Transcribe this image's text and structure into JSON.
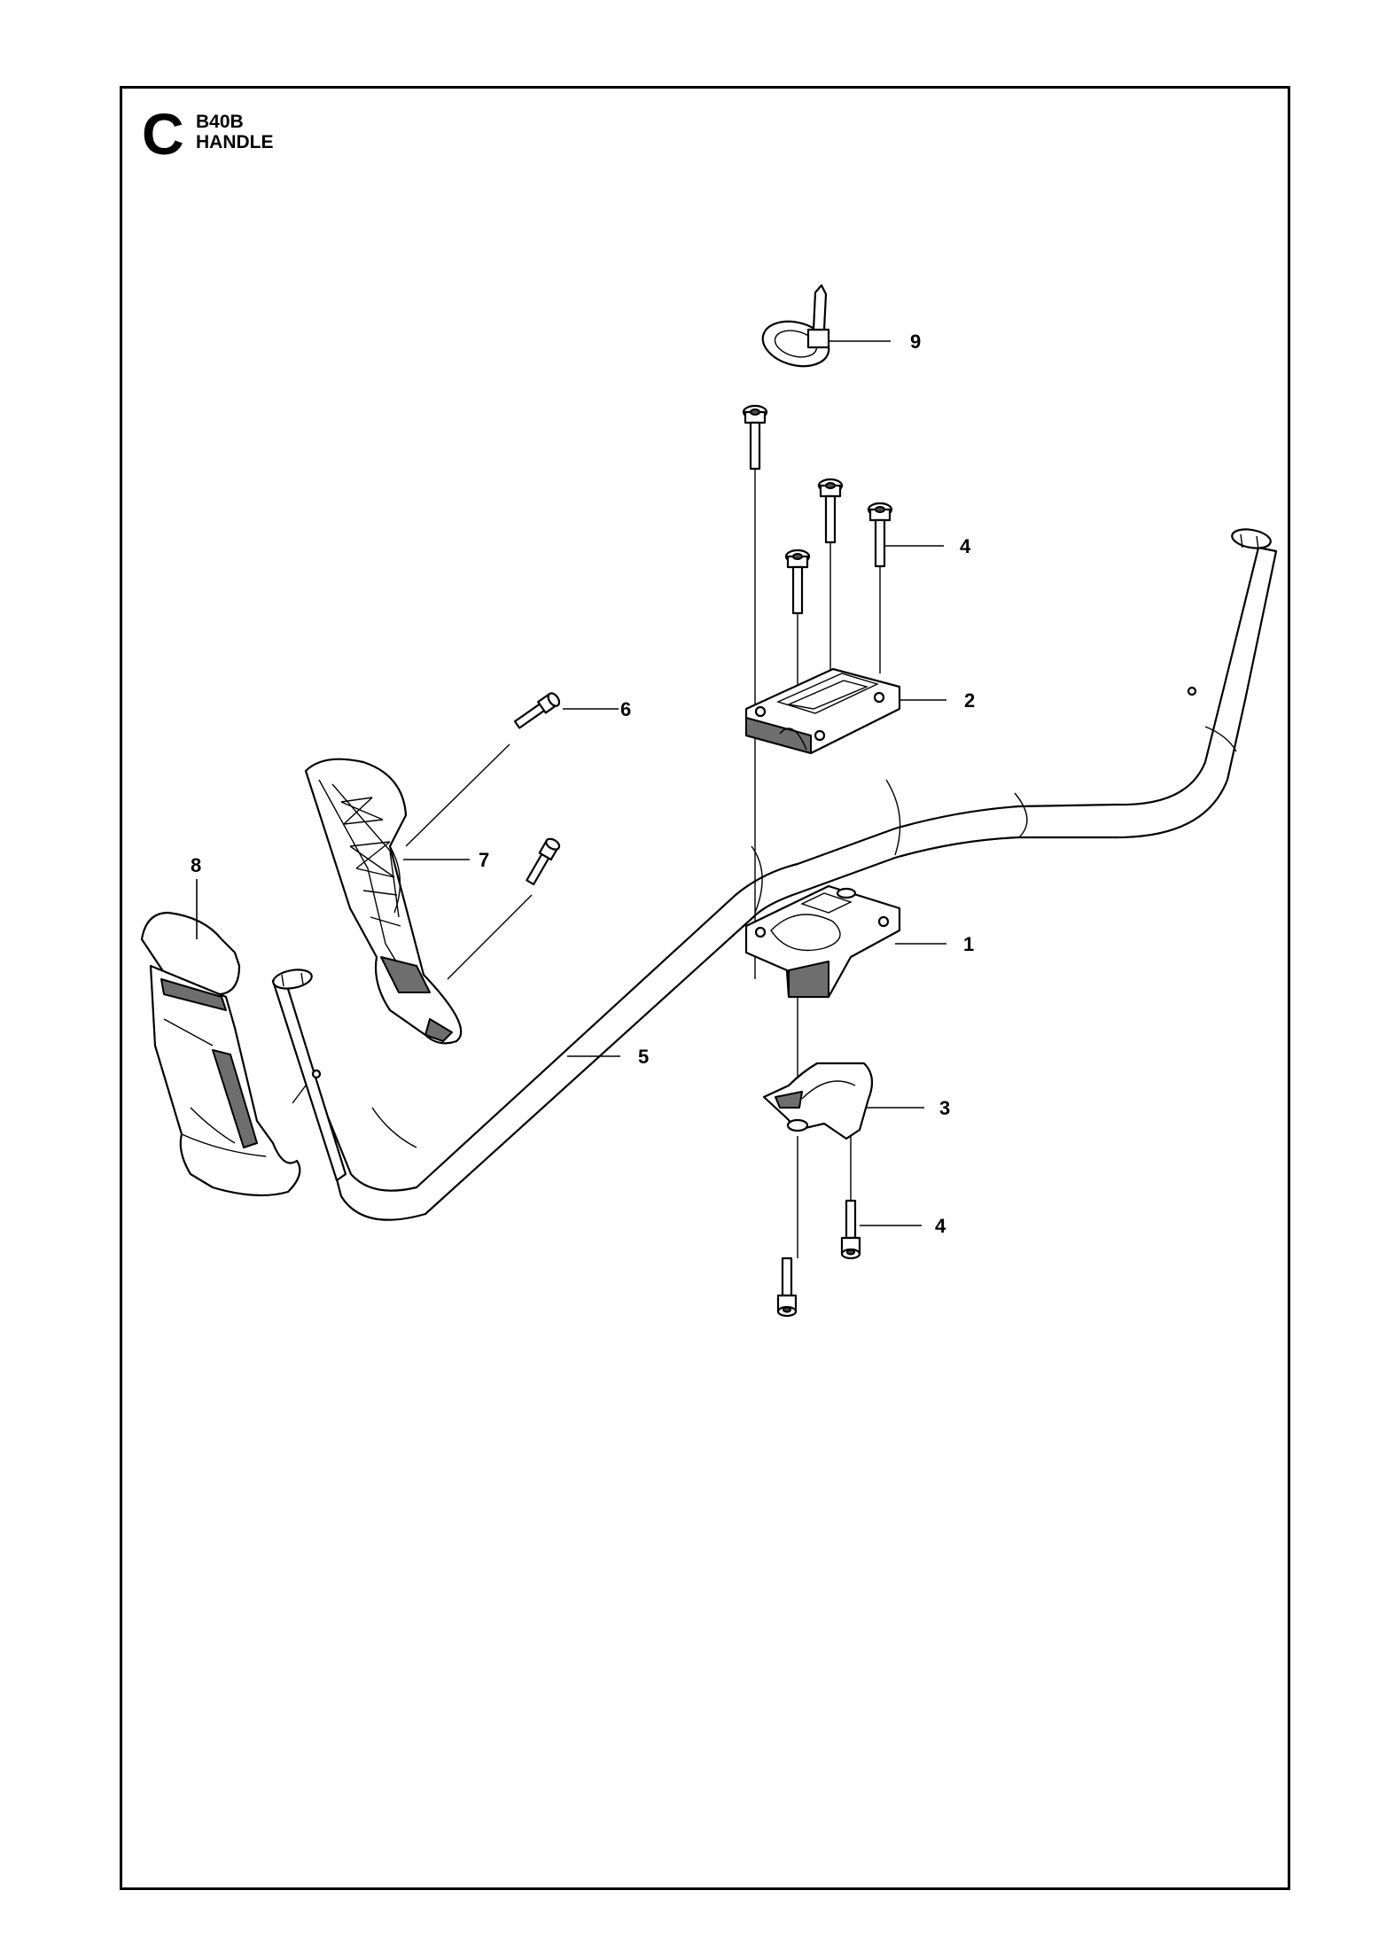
{
  "header": {
    "section_letter": "C",
    "model": "B40B",
    "assembly": "HANDLE"
  },
  "callouts": {
    "c1": "1",
    "c2": "2",
    "c3": "3",
    "c4_top": "4",
    "c4_bottom": "4",
    "c5": "5",
    "c6": "6",
    "c7": "7",
    "c8": "8",
    "c9": "9"
  },
  "colors": {
    "line": "#000000",
    "background": "#ffffff",
    "shade": "#6e6e6e"
  }
}
